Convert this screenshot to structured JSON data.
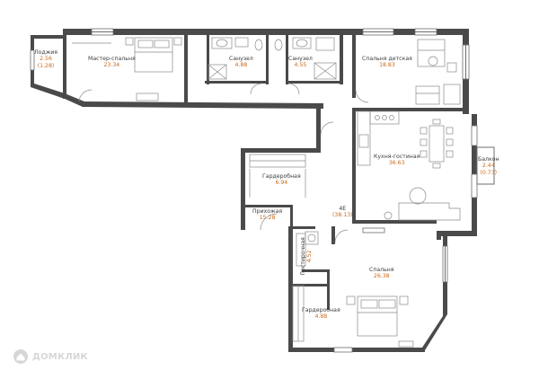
{
  "rooms": {
    "loggia": {
      "name": "Лоджия",
      "area": "2.56",
      "area_alt": "(1.28)"
    },
    "master_bedroom": {
      "name": "Мастер-спальня",
      "area": "23.34"
    },
    "bath1": {
      "name": "Санузел",
      "area": "4.88"
    },
    "bath2": {
      "name": "Санузел",
      "area": "4.55"
    },
    "kids": {
      "name": "Спальня детская",
      "area": "18.83"
    },
    "kitchen": {
      "name": "Кухня-гостиная",
      "area": "36.63"
    },
    "balcony": {
      "name": "Балкон",
      "area": "2.44",
      "area_alt": "(0.73)"
    },
    "wardrobe1": {
      "name": "Гардеробная",
      "area": "6.94"
    },
    "hall": {
      "name": "Прихожая",
      "area": "15.28"
    },
    "unit": {
      "name": "4Е",
      "area": "(38.13)"
    },
    "pantry": {
      "name": "Постирочная",
      "area": "4.52"
    },
    "bedroom": {
      "name": "Спальня",
      "area": "26.38"
    },
    "wardrobe2": {
      "name": "Гардеробная",
      "area": "4.88"
    }
  },
  "watermark": {
    "text": "ДОМКЛИК"
  },
  "colors": {
    "wall": "#4a4a4a",
    "area": "#c96a1c",
    "label": "#3c3c3c",
    "watermark": "#d6d6d6"
  }
}
